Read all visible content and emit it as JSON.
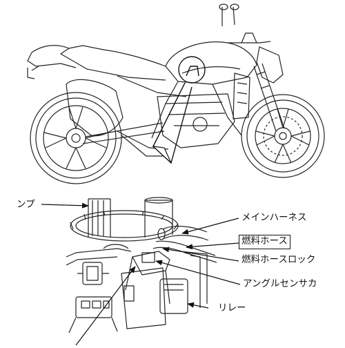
{
  "labels": {
    "pump": "ンプ",
    "main_harness": "メインハーネス",
    "fuel_hose": "燃料ホース",
    "fuel_hose_lock": "燃料ホースロック",
    "angle_sensor": "アングルセンサカ",
    "relay": "リレー"
  },
  "highlight": {
    "boxed_label": "fuel_hose"
  }
}
